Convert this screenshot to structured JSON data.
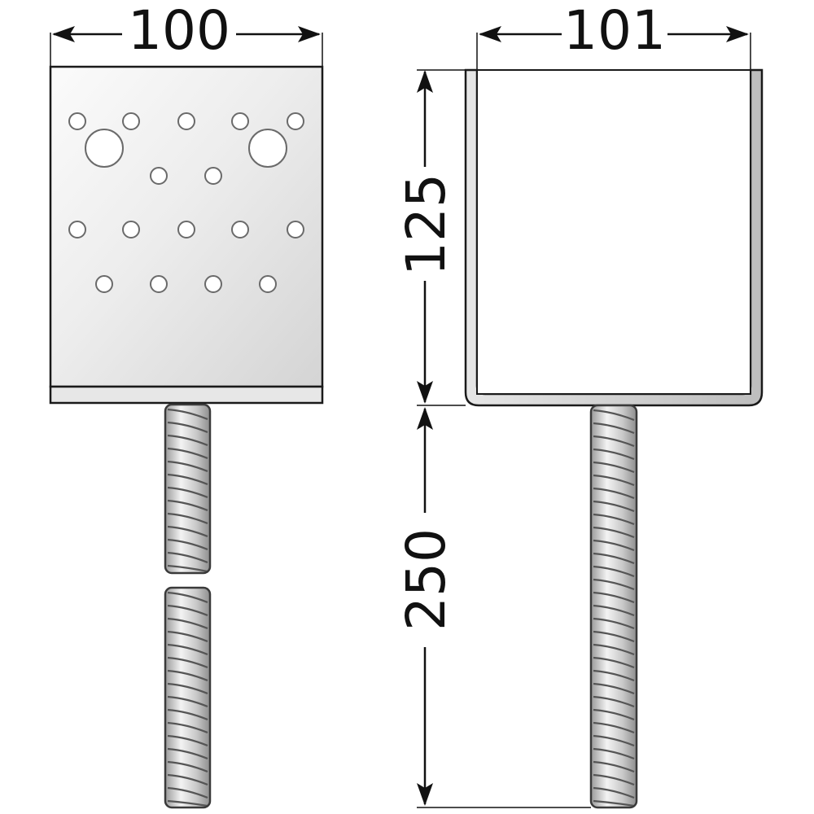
{
  "dimensions": {
    "plate_width": "100",
    "bracket_width": "101",
    "bracket_height": "125",
    "rod_length": "250"
  },
  "colors": {
    "line": "#111111",
    "plate_light": "#fafafa",
    "plate_dark": "#d2d2d2",
    "rebar_light": "#f4f4f4",
    "rebar_dark": "#a9a9a9"
  }
}
